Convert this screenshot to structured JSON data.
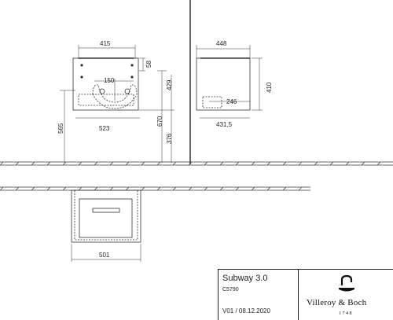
{
  "dimensions": {
    "front_width": "415",
    "upper_offset": "58",
    "waste_spacing": "150",
    "upper_height": "429",
    "total_height_left": "565",
    "total_height_mid": "670",
    "floor_height": "376",
    "unit_width": "523",
    "side_depth": "448",
    "side_height": "410",
    "side_inner_depth": "246",
    "side_total_depth": "431,5",
    "plan_width": "501"
  },
  "title_block": {
    "product_name": "Subway 3.0",
    "product_code": "C5790",
    "version": "V01 / 08.12.2020",
    "brand": "Villeroy & Boch",
    "brand_year": "1748"
  }
}
